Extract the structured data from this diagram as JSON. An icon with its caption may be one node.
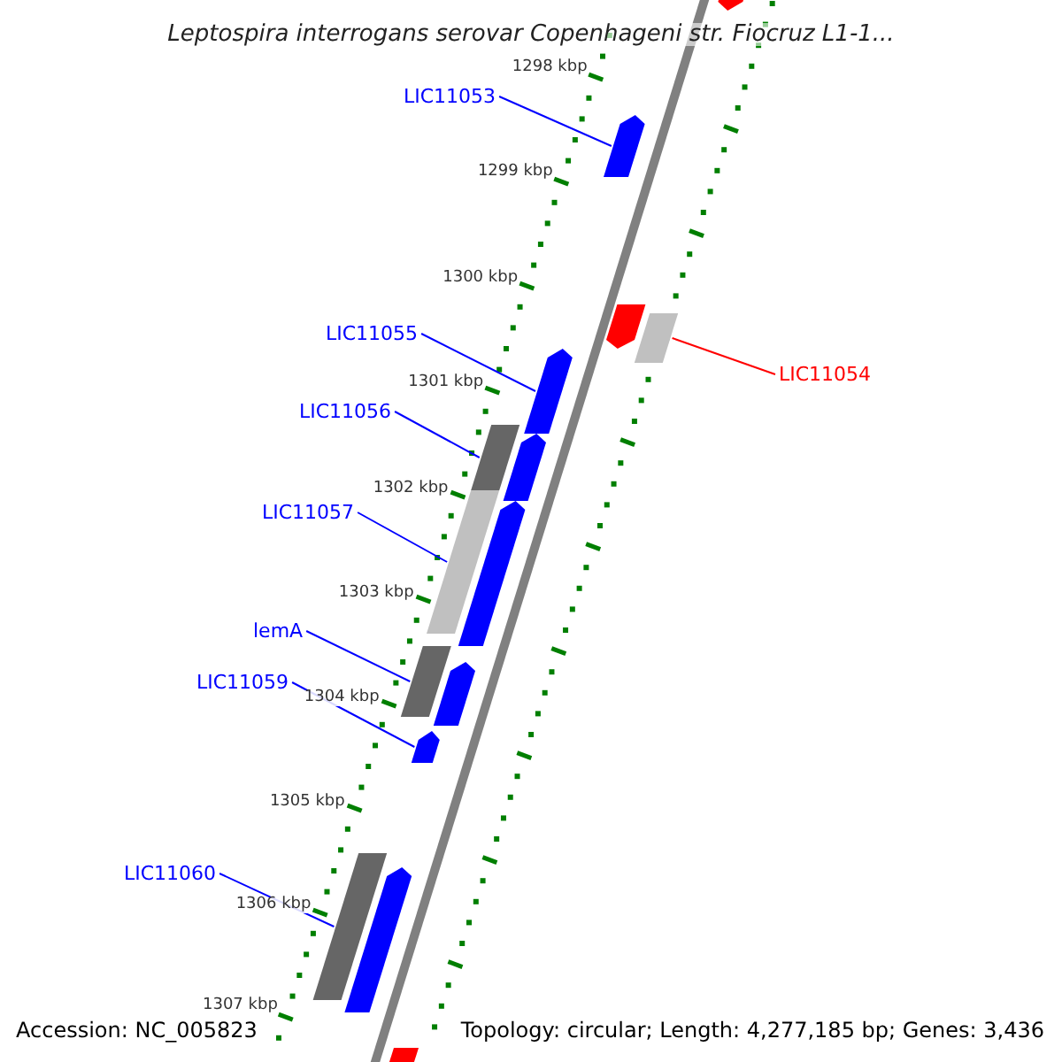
{
  "diagram": {
    "title": "Leptospira interrogans serovar Copenhageni str. Fiocruz L1-1...",
    "nodes": [
      {
        "text": [
          "LIC11053"
        ]
      },
      {
        "text": [],
        "shape": "arrow"
      },
      {
        "text": [
          "LIC11055"
        ]
      },
      {
        "text": [],
        "shape": "arrow"
      },
      {
        "text": [
          "LIC11054"
        ]
      },
      {
        "text": [],
        "shape": "bar"
      },
      {
        "text": [
          "LIC11056"
        ]
      },
      {
        "text": [],
        "shape": "bar"
      },
      {
        "text": [
          "LIC11057"
        ]
      },
      {
        "text": [],
        "shape": "bar"
      },
      {
        "text": [
          "lemA"
        ]
      },
      {
        "text": [],
        "shape": "bar"
      },
      {
        "text": [
          "LIC11059"
        ]
      },
      {
        "text": [],
        "shape": "arrow"
      },
      {
        "text": [
          "LIC11060"
        ]
      },
      {
        "text": [],
        "shape": "bar"
      },
      {
        "text": [],
        "shape": "arrow"
      },
      {
        "text": [],
        "shape": "arrow"
      },
      {
        "text": [],
        "shape": "arrow"
      },
      {
        "text": [],
        "shape": "arrow"
      },
      {
        "text": [],
        "shape": "arrow"
      },
      {
        "text": [],
        "shape": "arrow"
      },
      {
        "text": [],
        "shape": "arrow"
      }
    ],
    "edges": [
      {
        "from": 0,
        "to": 1,
        "arrow": "none"
      },
      {
        "from": 2,
        "to": 3,
        "arrow": "none"
      },
      {
        "from": 4,
        "to": 5,
        "arrow": "none",
        "color": "#ff0000"
      },
      {
        "from": 6,
        "to": 7,
        "arrow": "none"
      },
      {
        "from": 8,
        "to": 9,
        "arrow": "none"
      },
      {
        "from": 10,
        "to": 11,
        "arrow": "none"
      },
      {
        "from": 12,
        "to": 13,
        "arrow": "none"
      },
      {
        "from": 14,
        "to": 15,
        "arrow": "none"
      }
    ],
    "labels": [
      "1298 kbp",
      "1299 kbp",
      "1300 kbp",
      "1301 kbp",
      "1302 kbp",
      "1303 kbp",
      "1304 kbp",
      "1305 kbp",
      "1306 kbp",
      "1307 kbp",
      "Accession: NC_005823",
      "Topology: circular; Length: 4,277,185 bp; Genes: 3,436"
    ]
  }
}
